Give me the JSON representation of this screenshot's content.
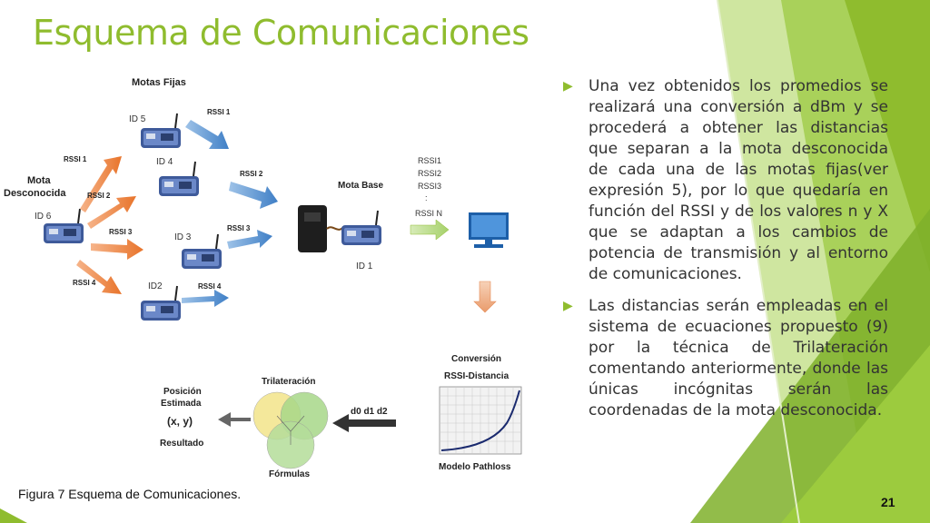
{
  "slide": {
    "title": "Esquema de Comunicaciones",
    "caption": "Figura 7 Esquema de Comunicaciones.",
    "page_number": "21",
    "accent_color": "#8fbc2e"
  },
  "diagram": {
    "fixed_motes_label": "Motas Fijas",
    "unknown_mote_label_1": "Mota",
    "unknown_mote_label_2": "Desconocida",
    "base_mote_label": "Mota Base",
    "id5": "ID 5",
    "id4": "ID 4",
    "id3": "ID 3",
    "id2": "ID2",
    "id6": "ID 6",
    "id1": "ID 1",
    "rssi1": "RSSI 1",
    "rssi2": "RSSI 2",
    "rssi3": "RSSI 3",
    "rssi4": "RSSI 4",
    "rssi_list": [
      "RSSI1",
      "RSSI2",
      "RSSI3",
      ":",
      "RSSI N"
    ],
    "conversion_title_1": "Conversión",
    "conversion_title_2": "RSSI-Distancia",
    "pathloss_label": "Modelo Pathloss",
    "distances_label": "d0 d1 d2",
    "trilateration_label": "Trilateración",
    "formulas_label": "Fórmulas",
    "position_label_1": "Posición",
    "position_label_2": "Estimada",
    "xy_label": "(x, y)",
    "result_label": "Resultado"
  },
  "bullets": [
    {
      "text": "Una vez obtenidos los promedios se realizará una conversión a dBm y se procederá a obtener las distancias que separan a la mota desconocida de cada una de las motas fijas(ver expresión 5), por lo que quedaría en función del RSSI y de los valores n y X que se adaptan a los cambios de potencia de transmisión y al entorno de comunicaciones."
    },
    {
      "text": "Las distancias serán empleadas en el sistema de ecuaciones propuesto (9) por la técnica de Trilateración comentando anteriormente, donde las únicas incógnitas serán las coordenadas de la mota desconocida."
    }
  ]
}
